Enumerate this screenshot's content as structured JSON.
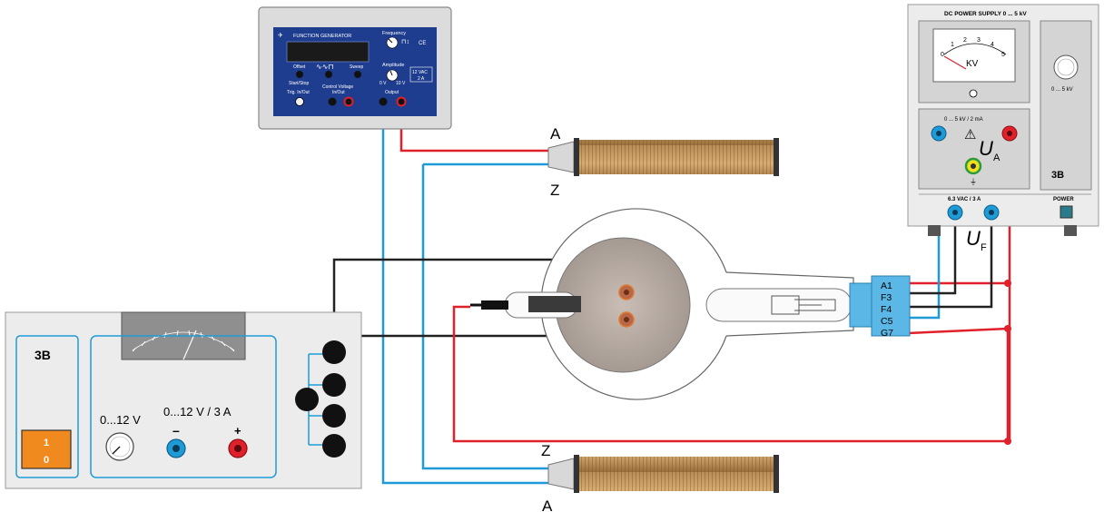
{
  "function_generator": {
    "title": "FUNCTION GENERATOR",
    "frequency_label": "Frequency",
    "ce_mark": "CE",
    "offset_label": "Offset",
    "sweep_label": "Sweep",
    "start_stop_label": "Start/Stop",
    "amplitude_label": "Amplitude",
    "amp_min": "0 V",
    "amp_max": "10 V",
    "supply_label_1": "12 VAC",
    "supply_label_2": "2 A",
    "control_voltage_label": "Control Voltage",
    "control_voltage_sub": "In/Out",
    "trig_label": "Trig. In/Out",
    "output_label": "Output"
  },
  "hv_supply": {
    "title": "DC POWER SUPPLY 0 ... 5 kV",
    "meter_unit": "KV",
    "meter_ticks": [
      "0",
      "1",
      "2",
      "3",
      "4",
      "5"
    ],
    "range_label": "0 ... 5 kV",
    "output_label": "0 ... 5 kV / 2 mA",
    "filament_label": "6.3 VAC / 3 A",
    "power_label": "POWER",
    "brand": "3B"
  },
  "low_supply": {
    "switch_on": "1",
    "switch_off": "0",
    "knob_label": "0...12 V",
    "output_label": "0...12 V / 3 A",
    "minus": "–",
    "plus": "+",
    "brand": "3B"
  },
  "coils": {
    "top_a": "A",
    "top_z": "Z",
    "bottom_z": "Z",
    "bottom_a": "A"
  },
  "tube_connector": {
    "pins": [
      "A1",
      "F3",
      "F4",
      "C5",
      "G7"
    ]
  },
  "voltage_labels": {
    "anode_main": "U",
    "anode_sub": "A",
    "filament_main": "U",
    "filament_sub": "F"
  },
  "colors": {
    "red_wire": "#e0202a",
    "blue_wire": "#1e9bd7",
    "black_wire": "#222222",
    "fg_panel": "#1f3d8f",
    "orange_switch": "#f08a1e",
    "connector": "#5ab7e6"
  }
}
